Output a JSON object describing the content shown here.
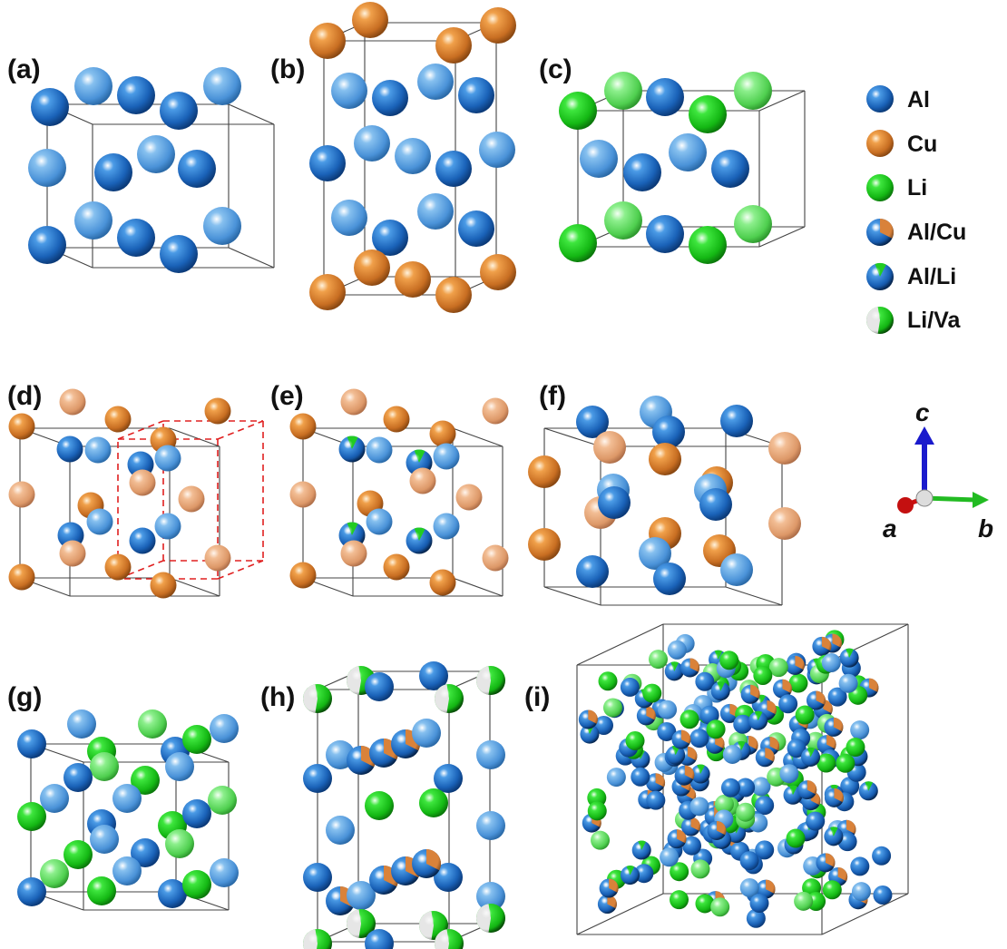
{
  "panels": [
    {
      "id": "a",
      "label": "(a)"
    },
    {
      "id": "b",
      "label": "(b)"
    },
    {
      "id": "c",
      "label": "(c)"
    },
    {
      "id": "d",
      "label": "(d)"
    },
    {
      "id": "e",
      "label": "(e)"
    },
    {
      "id": "f",
      "label": "(f)"
    },
    {
      "id": "g",
      "label": "(g)"
    },
    {
      "id": "h",
      "label": "(h)"
    },
    {
      "id": "i",
      "label": "(i)"
    }
  ],
  "legend": [
    {
      "label": "Al",
      "kind": "Al"
    },
    {
      "label": "Cu",
      "kind": "Cu"
    },
    {
      "label": "Li",
      "kind": "Li"
    },
    {
      "label": "Al/Cu",
      "kind": "AlCu"
    },
    {
      "label": "Al/Li",
      "kind": "AlLi"
    },
    {
      "label": "Li/Va",
      "kind": "LiVa"
    }
  ],
  "axes": {
    "a": "a",
    "b": "b",
    "c": "c"
  },
  "colors": {
    "Al": "#1f6fc8",
    "Al_light": "#4a95dc",
    "Cu": "#d9823a",
    "Cu_light": "#e8a878",
    "Li": "#22cc22",
    "Li_light": "#66dd66",
    "Va": "#e6e6e6",
    "cell": "#444444",
    "dashed": "#e02020",
    "axis_c": "#1a1acc",
    "axis_b": "#22bb22",
    "axis_a": "#cc1111"
  }
}
